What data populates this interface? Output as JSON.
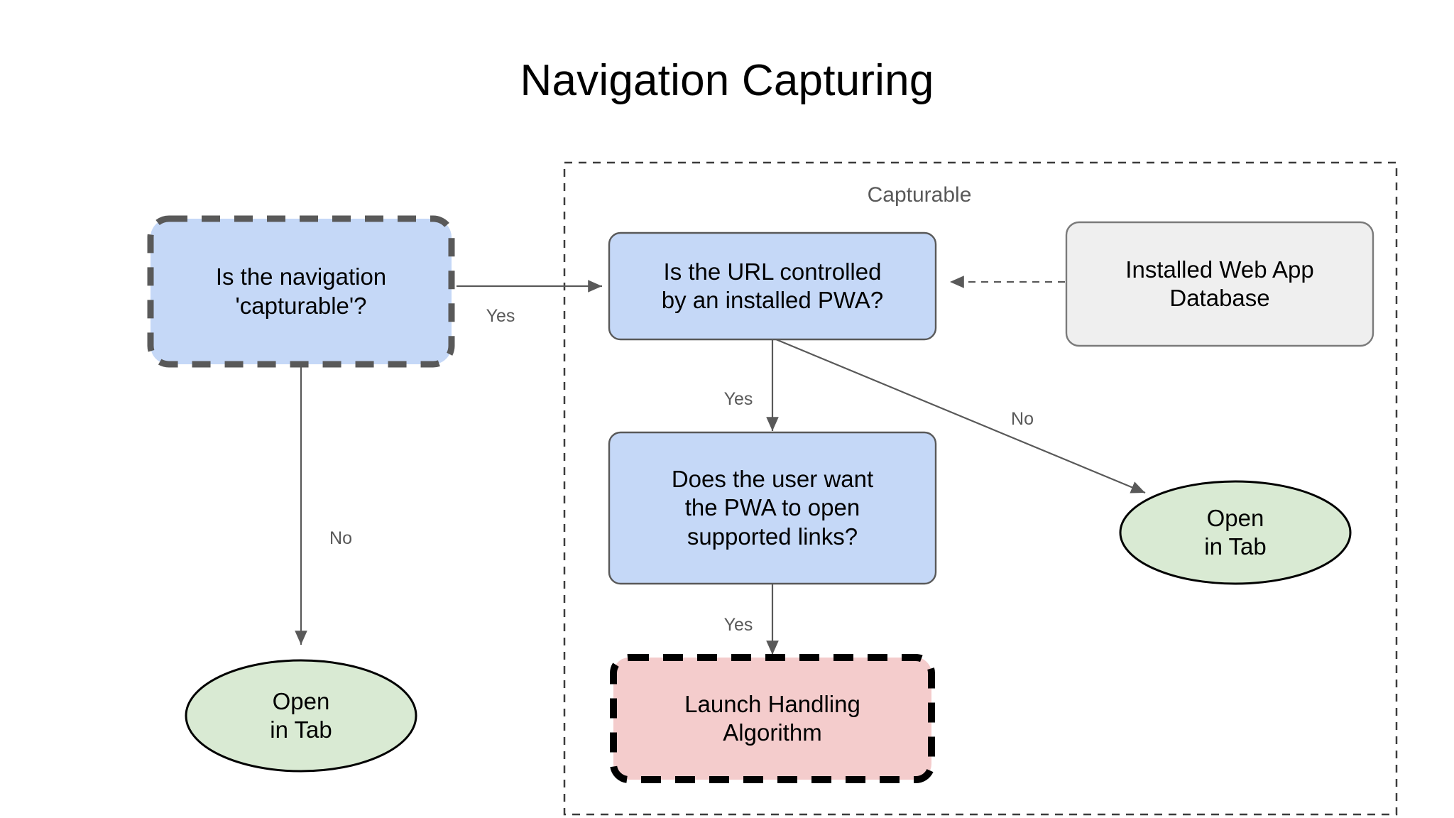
{
  "page": {
    "title": "Navigation Capturing",
    "background_color": "#ffffff"
  },
  "groups": [
    {
      "id": "capturable-group",
      "label": "Capturable",
      "border_style": "dashed",
      "border_color": "#3c3c3c"
    }
  ],
  "nodes": [
    {
      "id": "is-navigation-capturable",
      "label": "Is the navigation\n'capturable'?",
      "shape": "rounded-rect",
      "fill": "#c5d8f7",
      "border_color": "#595959",
      "border_style": "thick-dashed"
    },
    {
      "id": "is-url-controlled",
      "label": "Is the URL controlled\nby an installed PWA?",
      "shape": "rounded-rect",
      "fill": "#c5d8f7",
      "border_color": "#595959",
      "border_style": "solid"
    },
    {
      "id": "installed-web-app-database",
      "label": "Installed Web App\nDatabase",
      "shape": "rounded-rect",
      "fill": "#efefef",
      "border_color": "#7a7a7a",
      "border_style": "solid"
    },
    {
      "id": "does-user-want-pwa-open-links",
      "label": "Does the user want\nthe PWA to open\nsupported links?",
      "shape": "rounded-rect",
      "fill": "#c5d8f7",
      "border_color": "#595959",
      "border_style": "solid"
    },
    {
      "id": "launch-handling-algorithm",
      "label": "Launch Handling\nAlgorithm",
      "shape": "rounded-rect",
      "fill": "#f4cccc",
      "border_color": "#000000",
      "border_style": "thick-dashed"
    },
    {
      "id": "open-in-tab-left",
      "label": "Open\nin Tab",
      "shape": "ellipse",
      "fill": "#d9ead3",
      "border_color": "#000000",
      "border_style": "solid"
    },
    {
      "id": "open-in-tab-right",
      "label": "Open\nin Tab",
      "shape": "ellipse",
      "fill": "#d9ead3",
      "border_color": "#000000",
      "border_style": "solid"
    }
  ],
  "edges": [
    {
      "id": "edge-capturable-yes",
      "from": "is-navigation-capturable",
      "to": "is-url-controlled",
      "label": "Yes",
      "style": "solid"
    },
    {
      "id": "edge-capturable-no",
      "from": "is-navigation-capturable",
      "to": "open-in-tab-left",
      "label": "No",
      "style": "solid"
    },
    {
      "id": "edge-url-yes",
      "from": "is-url-controlled",
      "to": "does-user-want-pwa-open-links",
      "label": "Yes",
      "style": "solid"
    },
    {
      "id": "edge-url-no",
      "from": "is-url-controlled",
      "to": "open-in-tab-right",
      "label": "No",
      "style": "solid"
    },
    {
      "id": "edge-user-want-yes",
      "from": "does-user-want-pwa-open-links",
      "to": "launch-handling-algorithm",
      "label": "Yes",
      "style": "solid"
    },
    {
      "id": "edge-database-lookup",
      "from": "installed-web-app-database",
      "to": "is-url-controlled",
      "label": "",
      "style": "dashed"
    }
  ]
}
